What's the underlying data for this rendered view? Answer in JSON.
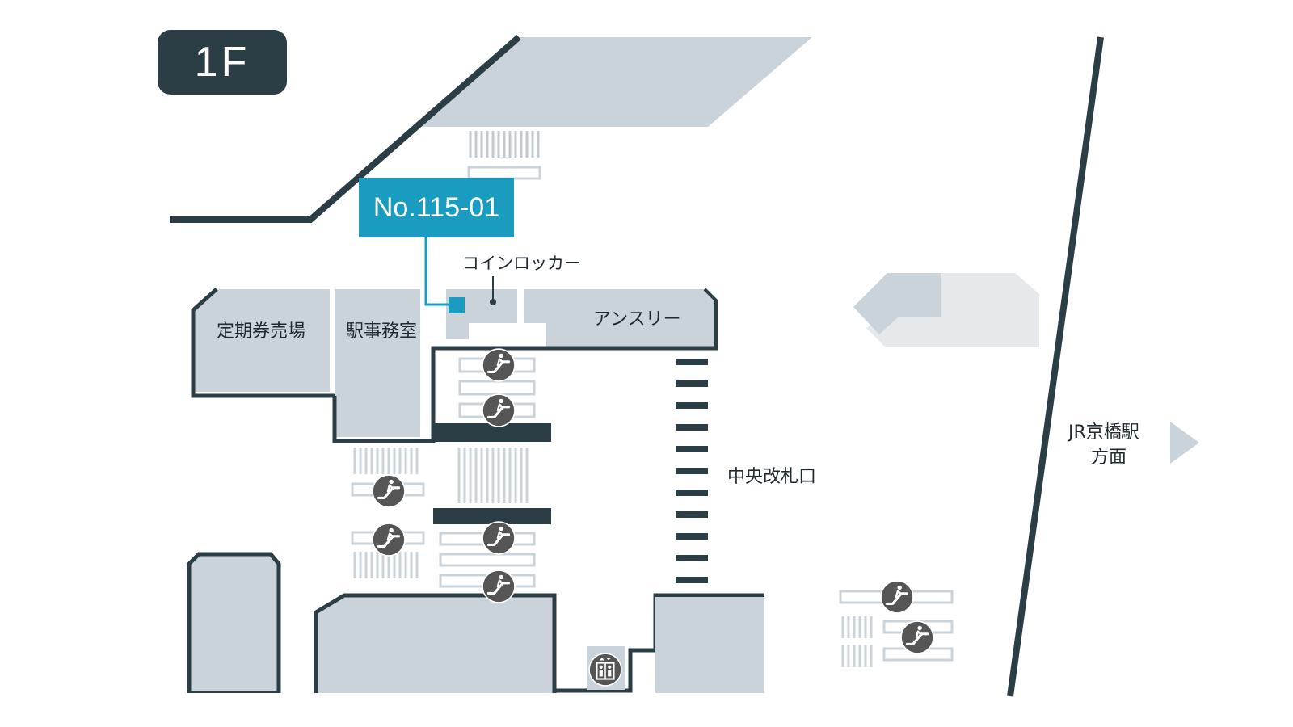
{
  "floor": {
    "label": "1F"
  },
  "locker_tag": {
    "number": "No.115-01"
  },
  "labels": {
    "coin_locker": "コインロッカー",
    "ansree": "アンスリー",
    "commuter_pass_office": "定期券売場",
    "station_office": "駅事務室",
    "central_gate": "中央改札口",
    "jr_line1": "JR京橋駅",
    "jr_line2": "方面"
  },
  "icons": {
    "escalator": "escalator-icon",
    "elevator": "elevator-icon",
    "direction": "arrow-right-icon"
  },
  "colors": {
    "wall": "#2c3e45",
    "area": "#c9d3d9",
    "area_light": "#e6e9eb",
    "locker_accent": "#1a9bc0",
    "icon_bg": "#555555"
  }
}
